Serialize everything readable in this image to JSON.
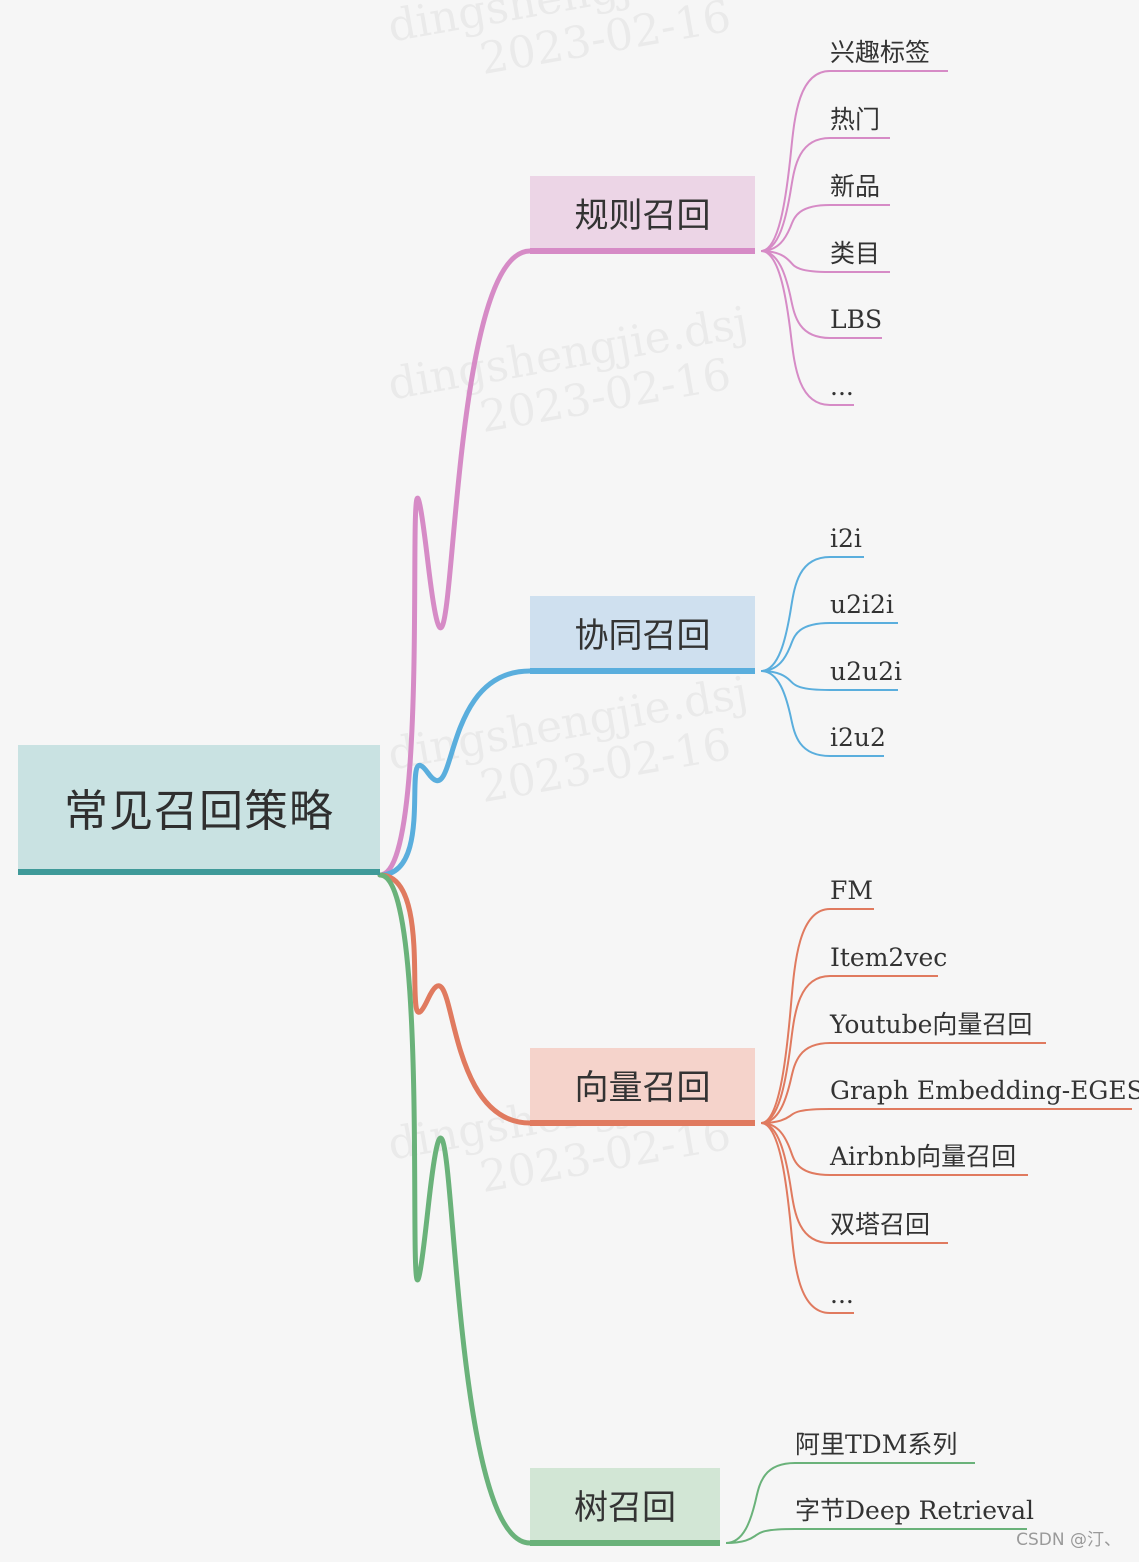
{
  "root": {
    "label": "常见召回策略",
    "fill": "#c9e2e2",
    "underline": "#3f9a99"
  },
  "branches": [
    {
      "label": "规则召回",
      "fill": "#ecd5e6",
      "line": "#d68bc6",
      "children": [
        "兴趣标签",
        "热门",
        "新品",
        "类目",
        "LBS",
        "..."
      ]
    },
    {
      "label": "协同召回",
      "fill": "#cfe0ef",
      "line": "#5aaedd",
      "children": [
        "i2i",
        "u2i2i",
        "u2u2i",
        "i2u2"
      ]
    },
    {
      "label": "向量召回",
      "fill": "#f5d3cb",
      "line": "#e07a5f",
      "children": [
        "FM",
        "Item2vec",
        "Youtube向量召回",
        "Graph Embedding-EGES",
        "Airbnb向量召回",
        "双塔召回",
        "..."
      ]
    },
    {
      "label": "树召回",
      "fill": "#d2e6d5",
      "line": "#6ab27a",
      "children": [
        "阿里TDM系列",
        "字节Deep Retrieval"
      ]
    }
  ],
  "watermark": {
    "name": "dingshengjie.dsj",
    "date": "2023-02-16"
  },
  "credit": "CSDN @汀、"
}
